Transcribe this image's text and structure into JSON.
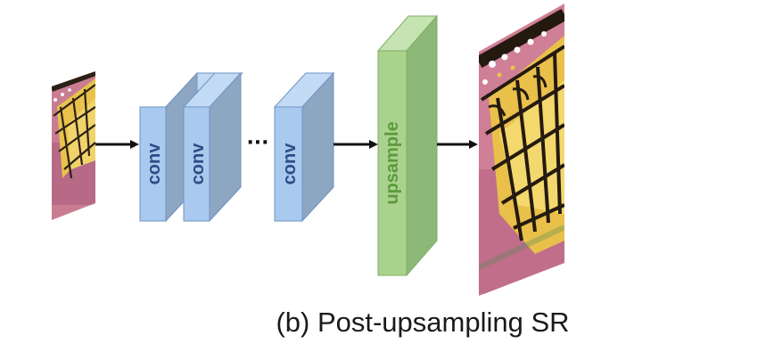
{
  "blocks": {
    "conv1": "conv",
    "conv2": "conv",
    "conv3": "conv",
    "upsample": "upsample"
  },
  "ellipsis": "···",
  "caption": "(b) Post-upsampling SR",
  "colors": {
    "conv_front": "#a9c9ee",
    "conv_side": "#8da6c2",
    "conv_top": "#c3daf4",
    "conv_stroke": "#6f93c2",
    "conv_text": "#2d4d86",
    "up_front": "#a9d38d",
    "up_side": "#8cb977",
    "up_top": "#c6e3b2",
    "up_stroke": "#7fae64",
    "up_text": "#5d9a3d",
    "arrow": "#111111"
  },
  "icons": [
    "input-low-res-butterfly-image",
    "output-high-res-butterfly-image"
  ]
}
